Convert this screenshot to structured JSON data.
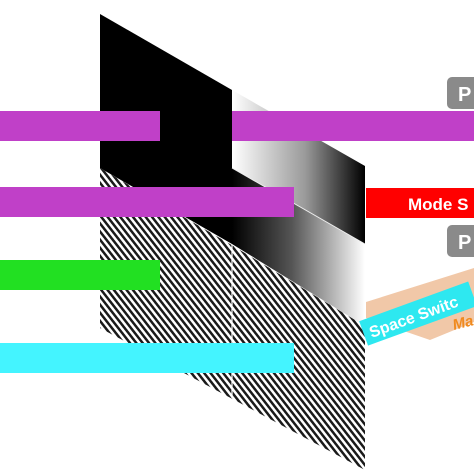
{
  "labels": {
    "top_gray_tab": "P",
    "mode_switch": "Mode S",
    "mid_gray_tab": "P",
    "space_switch": "Space Switc",
    "orange_band": "Ma"
  },
  "colors": {
    "purple_beam": "#c040c8",
    "green_beam": "#22e022",
    "cyan_beam": "#44f4ff",
    "red_tab": "#ff0000",
    "gray_tab": "#8a8a8a",
    "cyan_tab": "#2ee8f0",
    "peach_band": "#f1c8a8",
    "black_panel": "#000000"
  }
}
